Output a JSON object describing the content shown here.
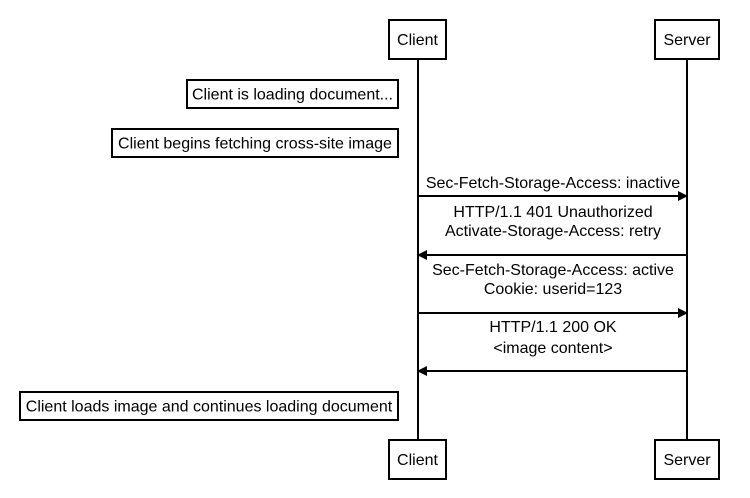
{
  "participants": {
    "client": "Client",
    "server": "Server"
  },
  "notes": [
    "Client is loading document...",
    "Client begins fetching cross-site image",
    "Client loads image and continues loading document"
  ],
  "messages": [
    {
      "from": "client",
      "to": "server",
      "lines": [
        "Sec-Fetch-Storage-Access: inactive"
      ]
    },
    {
      "from": "server",
      "to": "client",
      "lines": [
        "HTTP/1.1 401 Unauthorized",
        "Activate-Storage-Access: retry"
      ]
    },
    {
      "from": "client",
      "to": "server",
      "lines": [
        "Sec-Fetch-Storage-Access: active",
        "Cookie: userid=123"
      ]
    },
    {
      "from": "server",
      "to": "client",
      "lines": [
        "HTTP/1.1 200 OK",
        "<image content>"
      ]
    }
  ]
}
